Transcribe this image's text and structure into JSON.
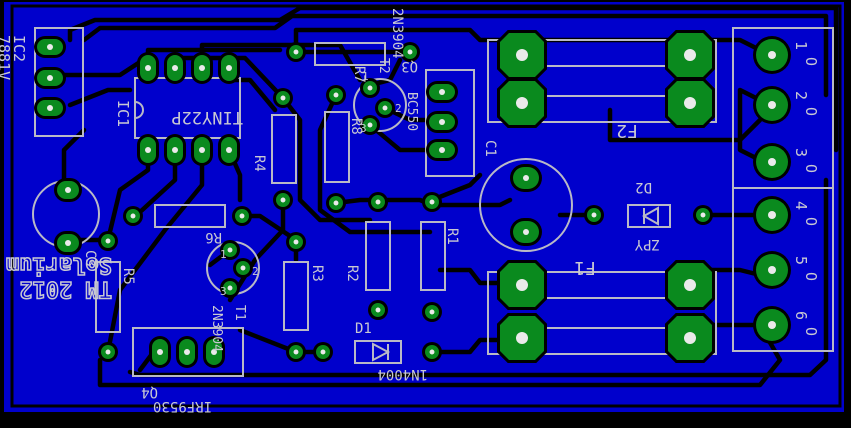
{
  "board": {
    "colors": {
      "copper": "#0000cc",
      "pad": "#0a8a1e",
      "silk": "#c8c8d2",
      "trace": "#000000",
      "background": "#000000"
    },
    "signature": "TM 2012\nSolarium"
  },
  "components": {
    "ic1": {
      "ref": "IC1",
      "value": "TINY22P"
    },
    "ic2": {
      "ref": "IC2",
      "value": "7881V"
    },
    "q3": {
      "ref": "Q3",
      "value": "2N3904"
    },
    "q4": {
      "ref": "Q4",
      "value": "IRF9530"
    },
    "t1": {
      "ref": "T1",
      "value": "2N3904"
    },
    "t2": {
      "ref": "T2",
      "value": "BC550"
    },
    "c1": {
      "ref": "C1"
    },
    "c3": {
      "ref": "C3"
    },
    "d1": {
      "ref": "D1",
      "value": "1N4004"
    },
    "d2": {
      "ref": "D2",
      "value": "ZPY"
    },
    "f1": {
      "ref": "F1"
    },
    "f2": {
      "ref": "F2"
    },
    "r1": {
      "ref": "R1"
    },
    "r2": {
      "ref": "R2"
    },
    "r3": {
      "ref": "R3"
    },
    "r4": {
      "ref": "R4"
    },
    "r5": {
      "ref": "R5"
    },
    "r6": {
      "ref": "R6"
    },
    "r7": {
      "ref": "R7"
    },
    "r8": {
      "ref": "R8"
    }
  },
  "terminal_block": {
    "pins": [
      "1",
      "2",
      "3",
      "4",
      "5",
      "6"
    ]
  },
  "transistor_pins": [
    "1",
    "2",
    "3"
  ]
}
